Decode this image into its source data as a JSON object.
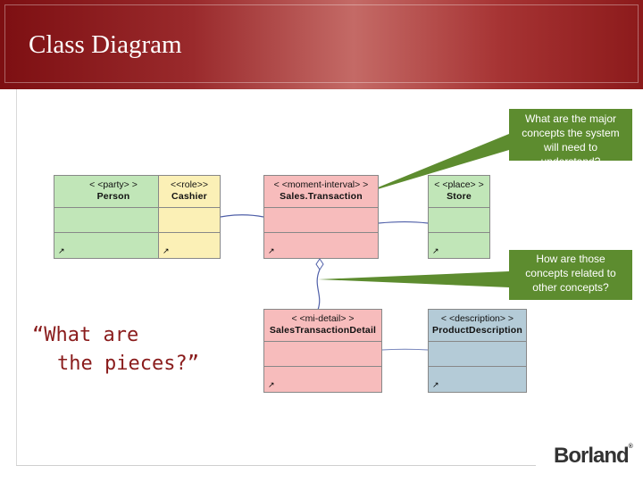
{
  "slide": {
    "title": "Class Diagram",
    "logo": "Borland",
    "logo_mark": "®"
  },
  "quote": {
    "line1": "“What are",
    "line2": "the pieces?”"
  },
  "callouts": [
    {
      "text": "What are the major concepts the system will need to understand?"
    },
    {
      "text": "How are those concepts related to other concepts?"
    }
  ],
  "classes": {
    "person": {
      "stereotype": "< <party> >",
      "name": "Person",
      "color": "#c1e6b8"
    },
    "cashier": {
      "stereotype": "<<role>>",
      "name": "Cashier",
      "color": "#fbf0b6"
    },
    "sales_transaction": {
      "stereotype": "< <moment-interval> >",
      "name": "Sales.Transaction",
      "color": "#f7bcbc"
    },
    "store": {
      "stereotype": "< <place> >",
      "name": "Store",
      "color": "#c1e6b8"
    },
    "sales_transaction_detail": {
      "stereotype": "< <mi-detail> >",
      "name": "SalesTransactionDetail",
      "color": "#f7bcbc"
    },
    "product_description": {
      "stereotype": "< <description> >",
      "name": "ProductDescription",
      "color": "#b4cbd7"
    }
  },
  "class_mark": "↗"
}
